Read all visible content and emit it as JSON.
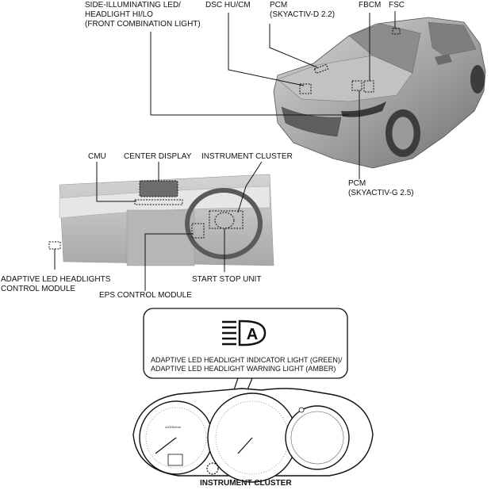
{
  "labels": {
    "side_led_1": "SIDE-ILLUMINATING LED/",
    "side_led_2": "HEADLIGHT HI/LO",
    "side_led_3": "(FRONT COMBINATION LIGHT)",
    "dsc_hu_cm": "DSC HU/CM",
    "pcm_d_1": "PCM",
    "pcm_d_2": "(SKYACTIV-D 2.2)",
    "fbcm": "FBCM",
    "fsc": "FSC",
    "pcm_g_1": "PCM",
    "pcm_g_2": "(SKYACTIV-G 2.5)",
    "cmu": "CMU",
    "center_display": "CENTER DISPLAY",
    "instrument_cluster_top": "INSTRUMENT CLUSTER",
    "adaptive_module_1": "ADAPTIVE LED HEADLIGHTS",
    "adaptive_module_2": "CONTROL MODULE",
    "start_stop_unit": "START STOP UNIT",
    "eps_control_module": "EPS CONTROL MODULE",
    "indicator_1": "ADAPTIVE LED HEADLIGHT INDICATOR LIGHT (GREEN)/",
    "indicator_2": "ADAPTIVE LED HEADLIGHT WARNING LIGHT (AMBER)",
    "instrument_cluster_bottom": "INSTRUMENT CLUSTER"
  },
  "icon": {
    "letter": "A"
  },
  "gauge": {
    "speed_unit": "x1000r/min"
  },
  "colors": {
    "ink": "#111111",
    "interior_bg": "#c8c8c8",
    "car_body": "#9a9a9a"
  }
}
